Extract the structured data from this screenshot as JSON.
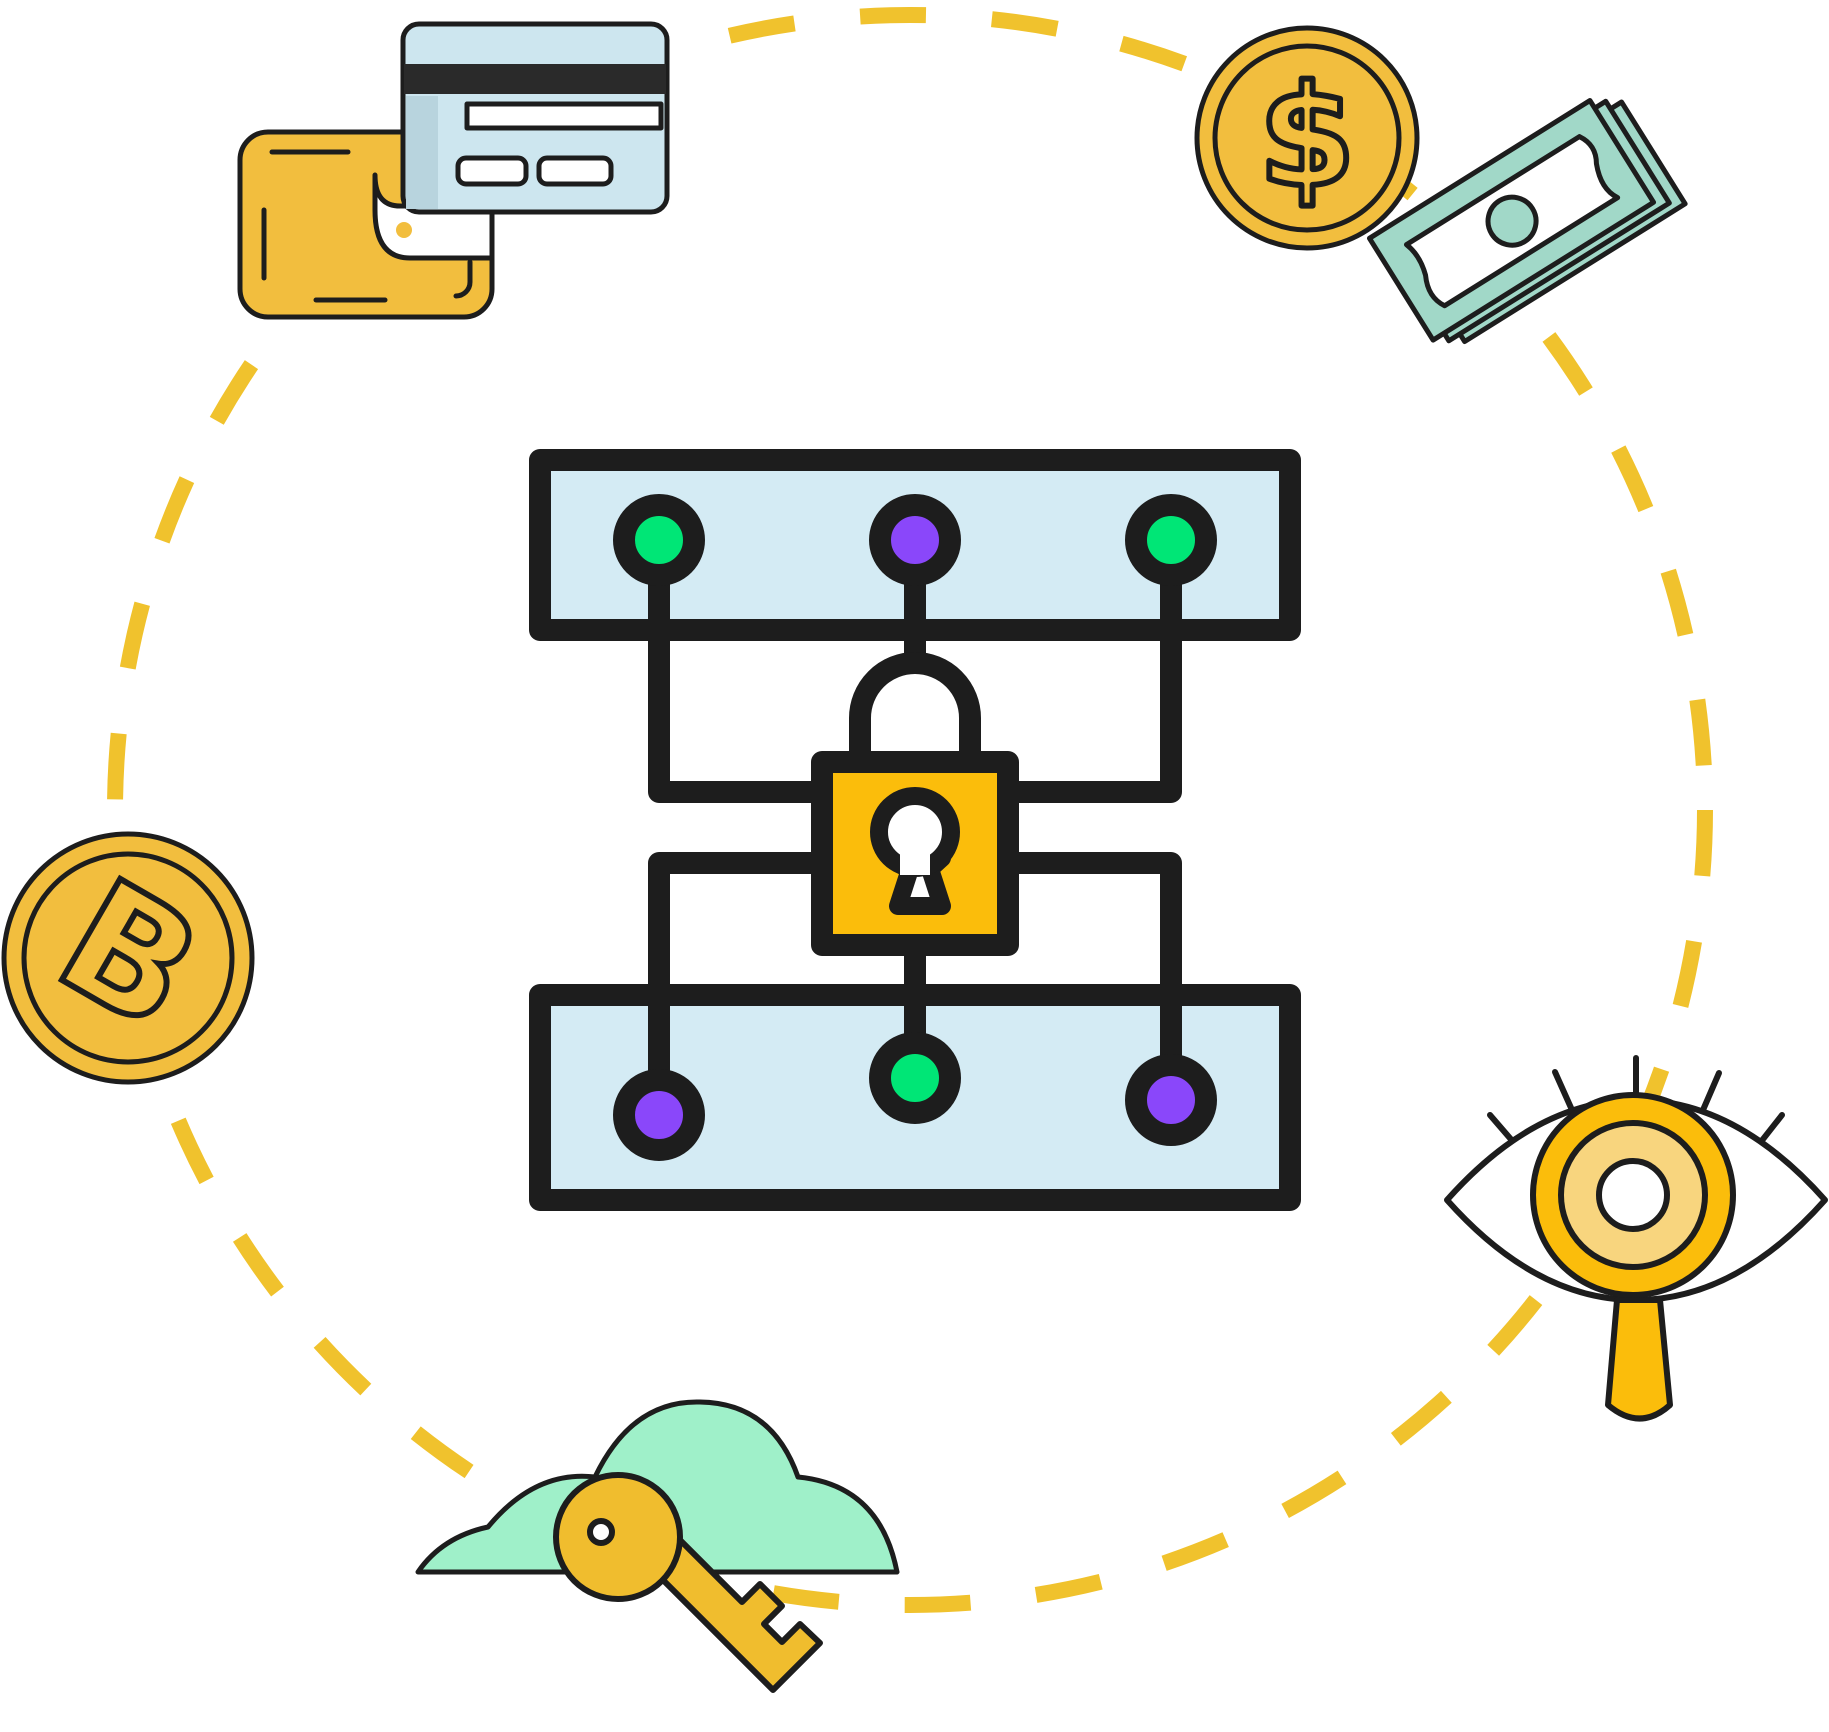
{
  "diagram": {
    "colors": {
      "outline": "#1d1d1d",
      "ring_dash": "#f0c22d",
      "panel_fill": "#d4ebf4",
      "lock_body": "#fbbd0b",
      "node_green": "#00e676",
      "node_purple": "#8a47fa",
      "coin_gold": "#f2be3e",
      "wallet_gold": "#f2be3e",
      "card_fill": "#cde6ef",
      "card_stripe": "#2a2a2a",
      "cash_green": "#a1d8c8",
      "cloud_mint": "#9ff0c9",
      "key_gold": "#f0bd2e",
      "magnifier_gold": "#fbbd0b",
      "magnifier_inner": "#f8d57e"
    },
    "top_panel_nodes": [
      "green",
      "purple",
      "green"
    ],
    "bottom_panel_nodes": [
      "purple",
      "green",
      "purple"
    ],
    "icons": [
      "wallet-with-card-icon",
      "dollar-coin-and-cash-icon",
      "bitcoin-coin-icon",
      "cloud-key-icon",
      "eye-magnifier-icon"
    ]
  }
}
